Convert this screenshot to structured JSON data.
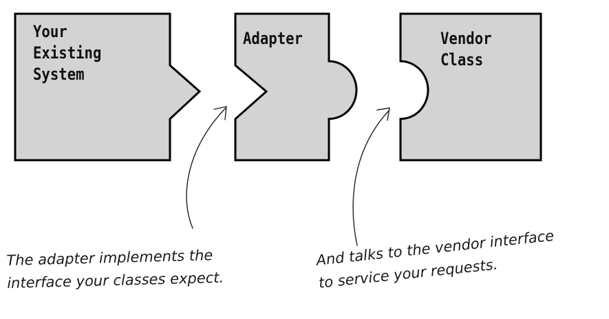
{
  "diagram": {
    "pieces": {
      "your_system": {
        "label": "Your\nExisting\nSystem"
      },
      "adapter": {
        "label": "Adapter"
      },
      "vendor": {
        "label": "Vendor\nClass"
      }
    },
    "annotations": {
      "adapter_note": "The adapter implements the\ninterface your classes expect.",
      "vendor_note": "And talks to the vendor interface\nto service your requests."
    },
    "colors": {
      "piece_fill": "#d3d3d3",
      "outline": "#000000",
      "text": "#111111"
    }
  }
}
